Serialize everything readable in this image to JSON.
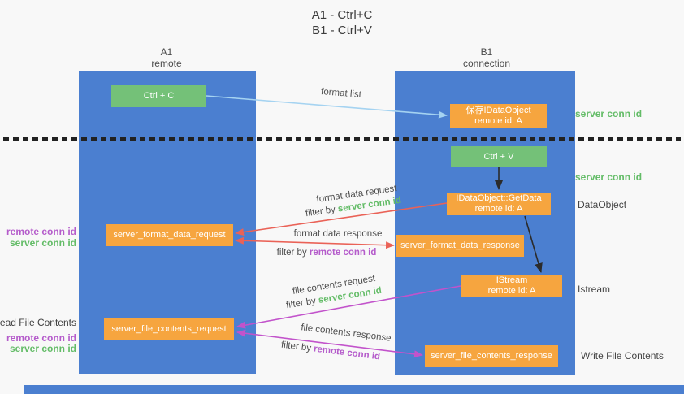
{
  "title": {
    "line1": "A1 - Ctrl+C",
    "line2": "B1 - Ctrl+V"
  },
  "lanes": {
    "left": {
      "name": "A1",
      "subtitle": "remote"
    },
    "right": {
      "name": "B1",
      "subtitle": "connection"
    }
  },
  "boxes": {
    "ctrl_c": {
      "label": "Ctrl + C"
    },
    "save_dataobject": {
      "line1": "保存IDataObject",
      "line2": "remote id: A"
    },
    "ctrl_v": {
      "label": "Ctrl + V"
    },
    "getdata": {
      "line1": "IDataObject::GetData",
      "line2": "remote id: A"
    },
    "server_format_data_request": {
      "label": "server_format_data_request"
    },
    "server_format_data_response": {
      "label": "server_format_data_response"
    },
    "istream": {
      "line1": "IStream",
      "line2": "remote id: A"
    },
    "server_file_contents_request": {
      "label": "server_file_contents_request"
    },
    "server_file_contents_response": {
      "label": "server_file_contents_response"
    }
  },
  "arrow_labels": {
    "format_list": "format list",
    "format_data_request": "format data request",
    "format_data_response": "format data response",
    "file_contents_request": "file contents request",
    "file_contents_response": "file contents response",
    "filter_by": "filter by",
    "server_conn_id": "server conn id",
    "remote_conn_id": "remote conn id"
  },
  "side_labels": {
    "left_top": {
      "remote_conn_id": "remote conn id",
      "server_conn_id": "server conn id"
    },
    "left_bottom": {
      "title": "Read File Contents",
      "remote_conn_id": "remote conn id",
      "server_conn_id": "server conn id"
    },
    "right": {
      "server_conn_id_1": "server conn id",
      "server_conn_id_2": "server conn id",
      "dataobject": "DataObject",
      "istream": "Istream",
      "write_file_contents": "Write File Contents"
    }
  },
  "colors": {
    "lane_blue": "#4b7fd0",
    "box_green": "#74c178",
    "box_orange": "#f6a53f",
    "arrow_blue": "#a5d3f1",
    "arrow_red": "#ea6257",
    "arrow_magenta": "#c253cb",
    "arrow_black": "#2b2b2b",
    "conn_green": "#63bc67",
    "conn_purple": "#b55ccb"
  }
}
